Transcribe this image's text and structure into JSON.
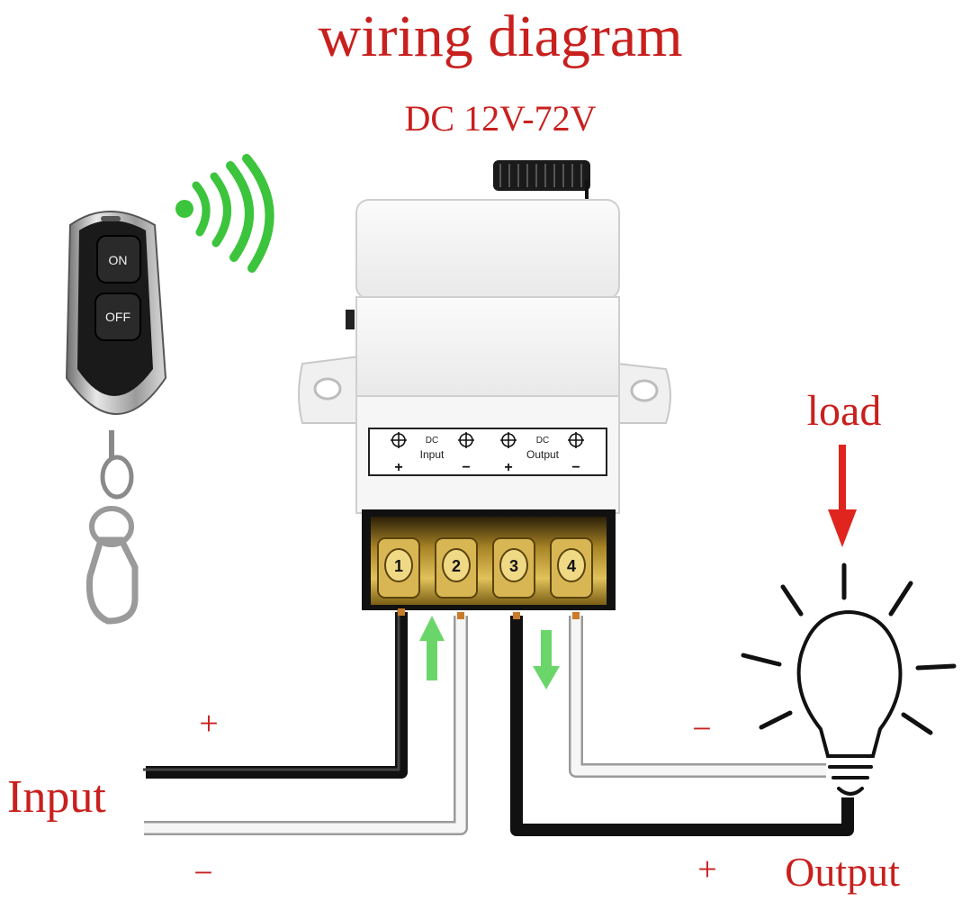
{
  "title": "wiring diagram",
  "subtitle": "DC 12V-72V",
  "remote": {
    "on_label": "ON",
    "off_label": "OFF"
  },
  "terminal_panel": {
    "input": {
      "dc": "DC",
      "label": "Input",
      "plus": "+",
      "minus": "−"
    },
    "output": {
      "dc": "DC",
      "label": "Output",
      "plus": "+",
      "minus": "−"
    }
  },
  "terminal_numbers": [
    "1",
    "2",
    "3",
    "4"
  ],
  "load_label": "load",
  "input_side": {
    "label": "Input",
    "plus": "+",
    "minus": "−"
  },
  "output_side": {
    "label": "Output",
    "plus": "+",
    "minus": "−"
  },
  "colors": {
    "label_red": "#c8201e",
    "signal_green": "#3cc43c",
    "flow_green": "#6ad66a",
    "wire_black": "#111111",
    "wire_white": "#f4f4f4",
    "brass": "#c9a23a"
  },
  "icons": [
    "remote-control-icon",
    "wireless-signal-icon",
    "antenna-coil-icon",
    "light-bulb-icon",
    "down-arrow-icon",
    "up-arrow-icon"
  ]
}
